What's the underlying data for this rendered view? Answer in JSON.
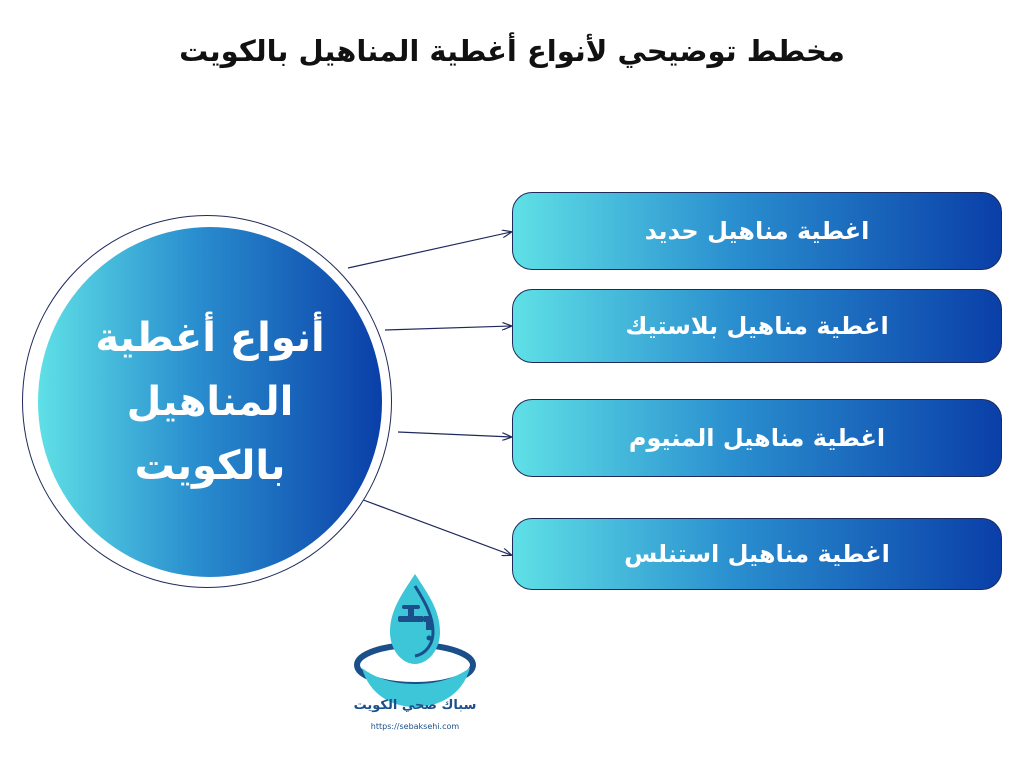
{
  "title": "مخطط توضيحي لأنواع أغطية المناهيل بالكويت",
  "hub": {
    "text": "أنواع أغطية المناهيل بالكويت"
  },
  "items": [
    {
      "label": "اغطية مناهيل حديد"
    },
    {
      "label": "اغطية مناهيل بلاستيك"
    },
    {
      "label": "اغطية مناهيل المنيوم"
    },
    {
      "label": "اغطية مناهيل استنلس"
    }
  ],
  "logo": {
    "name": "سباك صحي الكويت",
    "url": "https://sebaksehi.com",
    "icon": "water-drop-faucet-icon"
  },
  "colors": {
    "gradient_start": "#5fe0e6",
    "gradient_mid": "#2a8fcf",
    "gradient_end": "#0a3fa8",
    "outline": "#1f2a5c",
    "brand": "#1a4f8a"
  }
}
